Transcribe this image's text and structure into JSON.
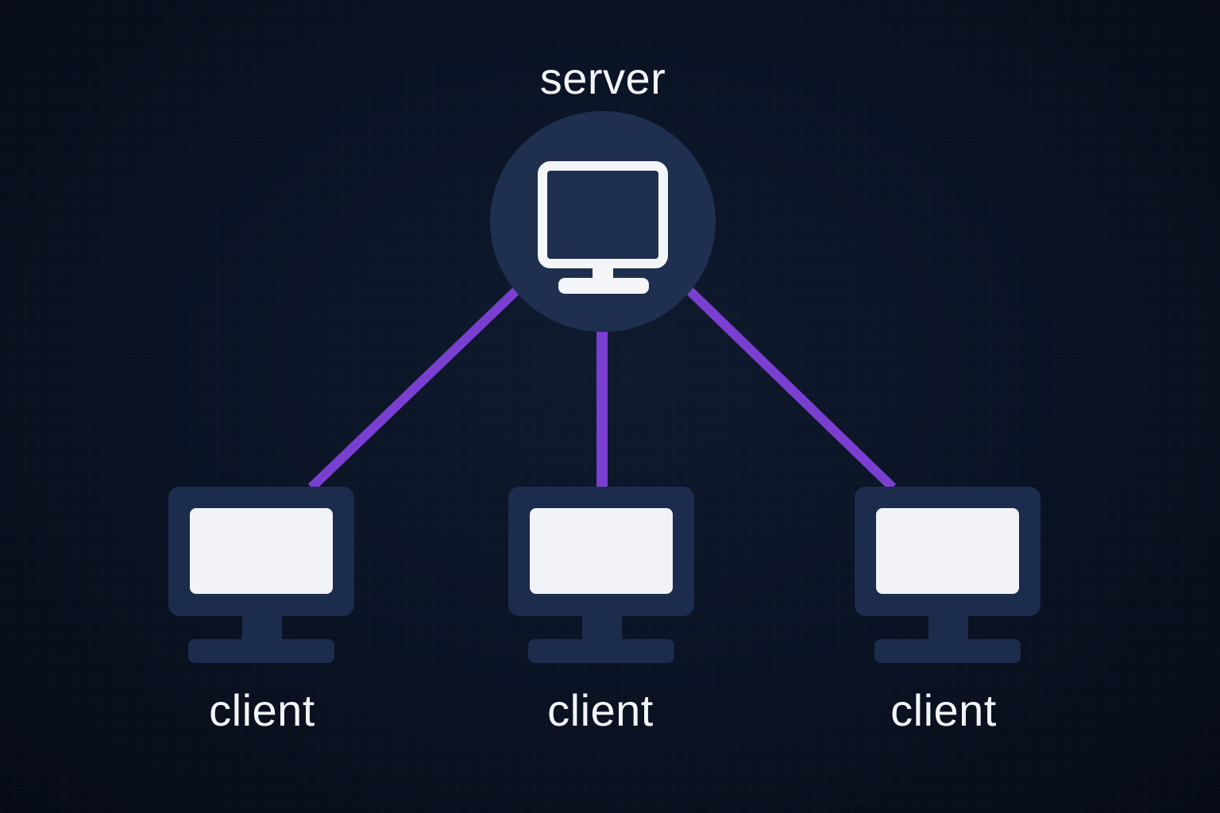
{
  "diagram": {
    "title": "Client-server network",
    "colors": {
      "background": "#0a1222",
      "node_fill": "#1e2f50",
      "link": "#7a3fd0",
      "icon_light": "#f4f5f8",
      "label": "#f2f4f8"
    },
    "server": {
      "label": "server",
      "icon": "monitor-icon"
    },
    "clients": [
      {
        "label": "client",
        "icon": "monitor-icon"
      },
      {
        "label": "client",
        "icon": "monitor-icon"
      },
      {
        "label": "client",
        "icon": "monitor-icon"
      }
    ],
    "links": [
      {
        "from": "server",
        "to": "client-1"
      },
      {
        "from": "server",
        "to": "client-2"
      },
      {
        "from": "server",
        "to": "client-3"
      }
    ]
  }
}
